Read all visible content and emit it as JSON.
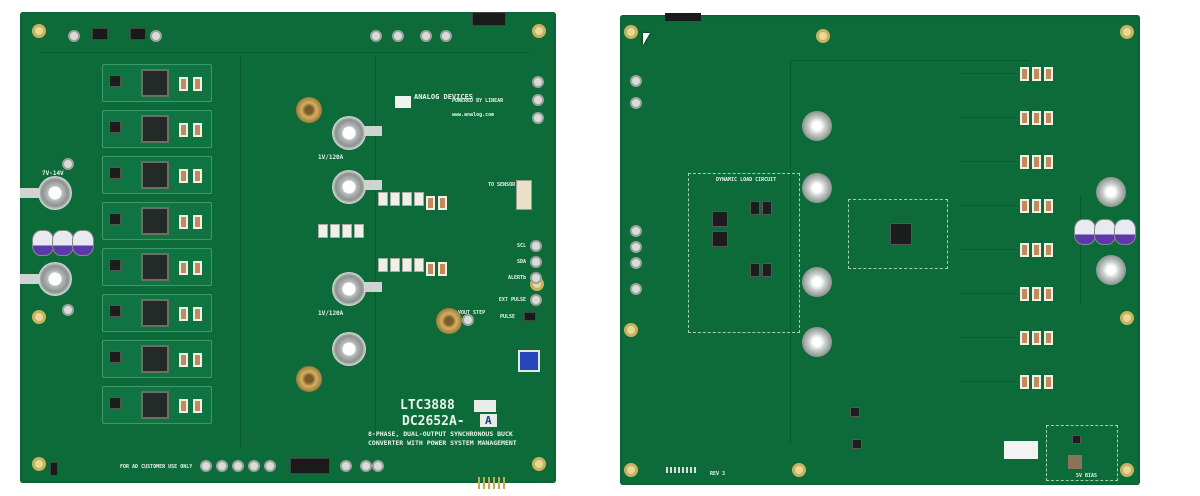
{
  "front_board": {
    "logo": {
      "brand": "ANALOG DEVICES",
      "sub_brand": "POWERED BY LINEAR",
      "url": "www.analog.com"
    },
    "part_number": "LTC3888",
    "board_number": "DC2652A-",
    "board_revision_box": "A",
    "description_line1": "8-PHASE, DUAL-OUTPUT SYNCHRONOUS BUCK",
    "description_line2": "CONVERTER WITH POWER SYSTEM MANAGEMENT",
    "input_label": "7V-14V",
    "output_label_top": "1V/120A",
    "output_label_bottom": "1V/120A",
    "vout_step_label": "VOUT STEP",
    "sensor_label": "TO SENSOR",
    "test_points": [
      "SCL",
      "SDA",
      "ALERTb",
      "EXT PULSE"
    ],
    "pulse_label": "PULSE",
    "footer_note": "FOR AD CUSTOMER USE ONLY",
    "board_color": "#0d6b3a"
  },
  "back_board": {
    "dynamic_load_label": "DYNAMIC LOAD CIRCUIT",
    "revision": "REV 3",
    "bias_label": "5V BIAS",
    "board_color": "#0d6b3a"
  }
}
